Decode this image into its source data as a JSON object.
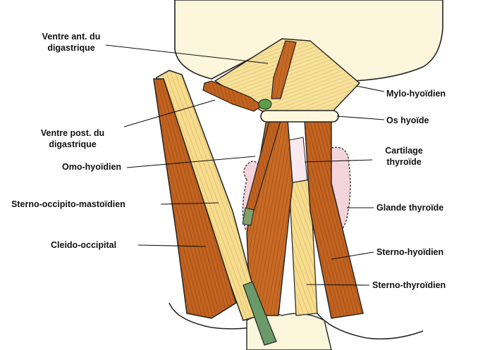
{
  "labels": {
    "ventre_ant_l1": "Ventre ant. du",
    "ventre_ant_l2": "digastrique",
    "ventre_post_l1": "Ventre post. du",
    "ventre_post_l2": "digastrique",
    "omo_hyoidien": "Omo-hyoïdien",
    "sterno_occipito": "Sterno-occipito-mastoïdien",
    "cleido_occipital": "Cleido-occipital",
    "mylo_hyoidien": "Mylo-hyoïdien",
    "os_hyoide": "Os hyoïde",
    "cartilage_l1": "Cartilage",
    "cartilage_l2": "thyroïde",
    "glande_thyroide": "Glande thyroïde",
    "sterno_hyoidien": "Sterno-hyoïdien",
    "sterno_thyroidien": "Sterno-thyroïdien"
  },
  "colors": {
    "muscle_brown": "#c0601e",
    "muscle_dark": "#8a3e12",
    "tendon_yellow": "#f4d98a",
    "jaw_cream": "#fbf6dc",
    "gland_pink": "#f4d4dc",
    "hyoid_bone": "#fff8de",
    "ligament_green": "#5aa04a",
    "outline": "#222222"
  }
}
